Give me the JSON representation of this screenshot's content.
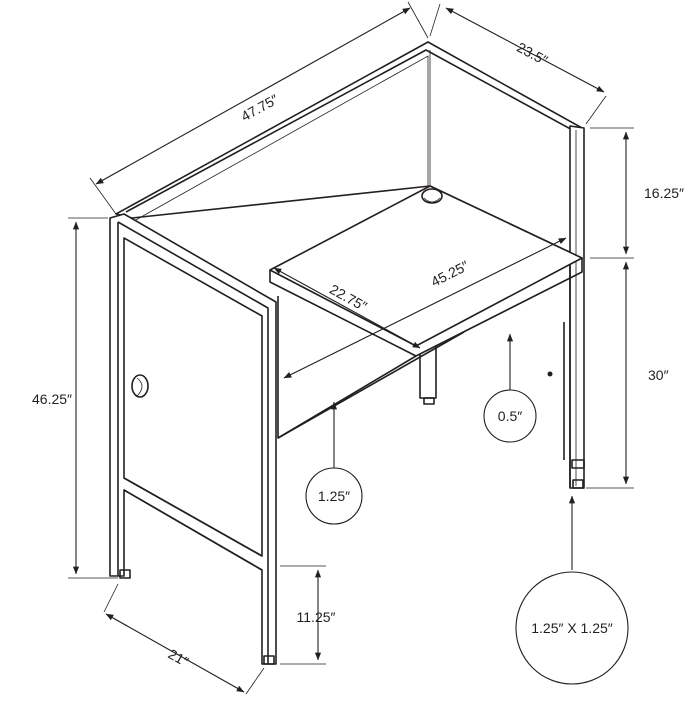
{
  "dimensions": {
    "overall_width": "47.75″",
    "overall_depth": "23.5″",
    "screen_height": "16.25″",
    "desk_height": "30″",
    "side_height": "46.25″",
    "desk_depth": "22.75″",
    "desk_width": "45.25″",
    "side_depth": "21″",
    "floor_clearance": "11.25″"
  },
  "callouts": {
    "cord_hole": "0.5″",
    "tube_small": "1.25″",
    "leg_section": "1.25″ X 1.25″"
  },
  "colors": {
    "line": "#231f20",
    "background": "#ffffff"
  }
}
